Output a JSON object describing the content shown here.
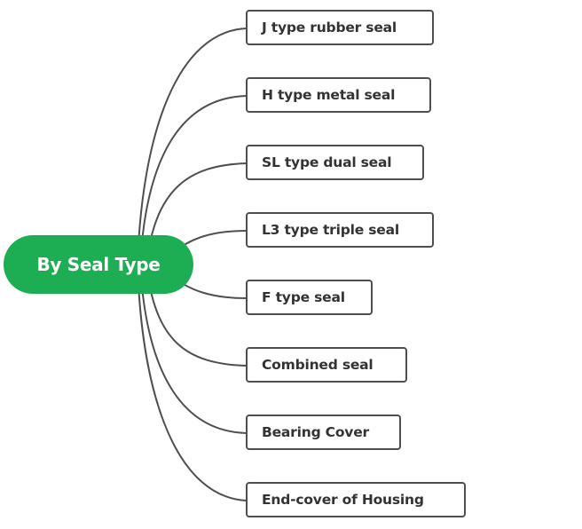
{
  "root": {
    "label": "By Seal Type"
  },
  "branches": [
    {
      "label": "J type rubber seal"
    },
    {
      "label": "H type metal seal"
    },
    {
      "label": "SL type dual seal"
    },
    {
      "label": "L3 type triple seal"
    },
    {
      "label": "F type seal"
    },
    {
      "label": "Combined seal"
    },
    {
      "label": "Bearing Cover"
    },
    {
      "label": "End-cover of Housing"
    }
  ],
  "colors": {
    "root_fill": "#1dae54",
    "root_text": "#ffffff",
    "node_border": "#4f4f4f",
    "node_text": "#333333",
    "connector": "#4f4f4f"
  }
}
